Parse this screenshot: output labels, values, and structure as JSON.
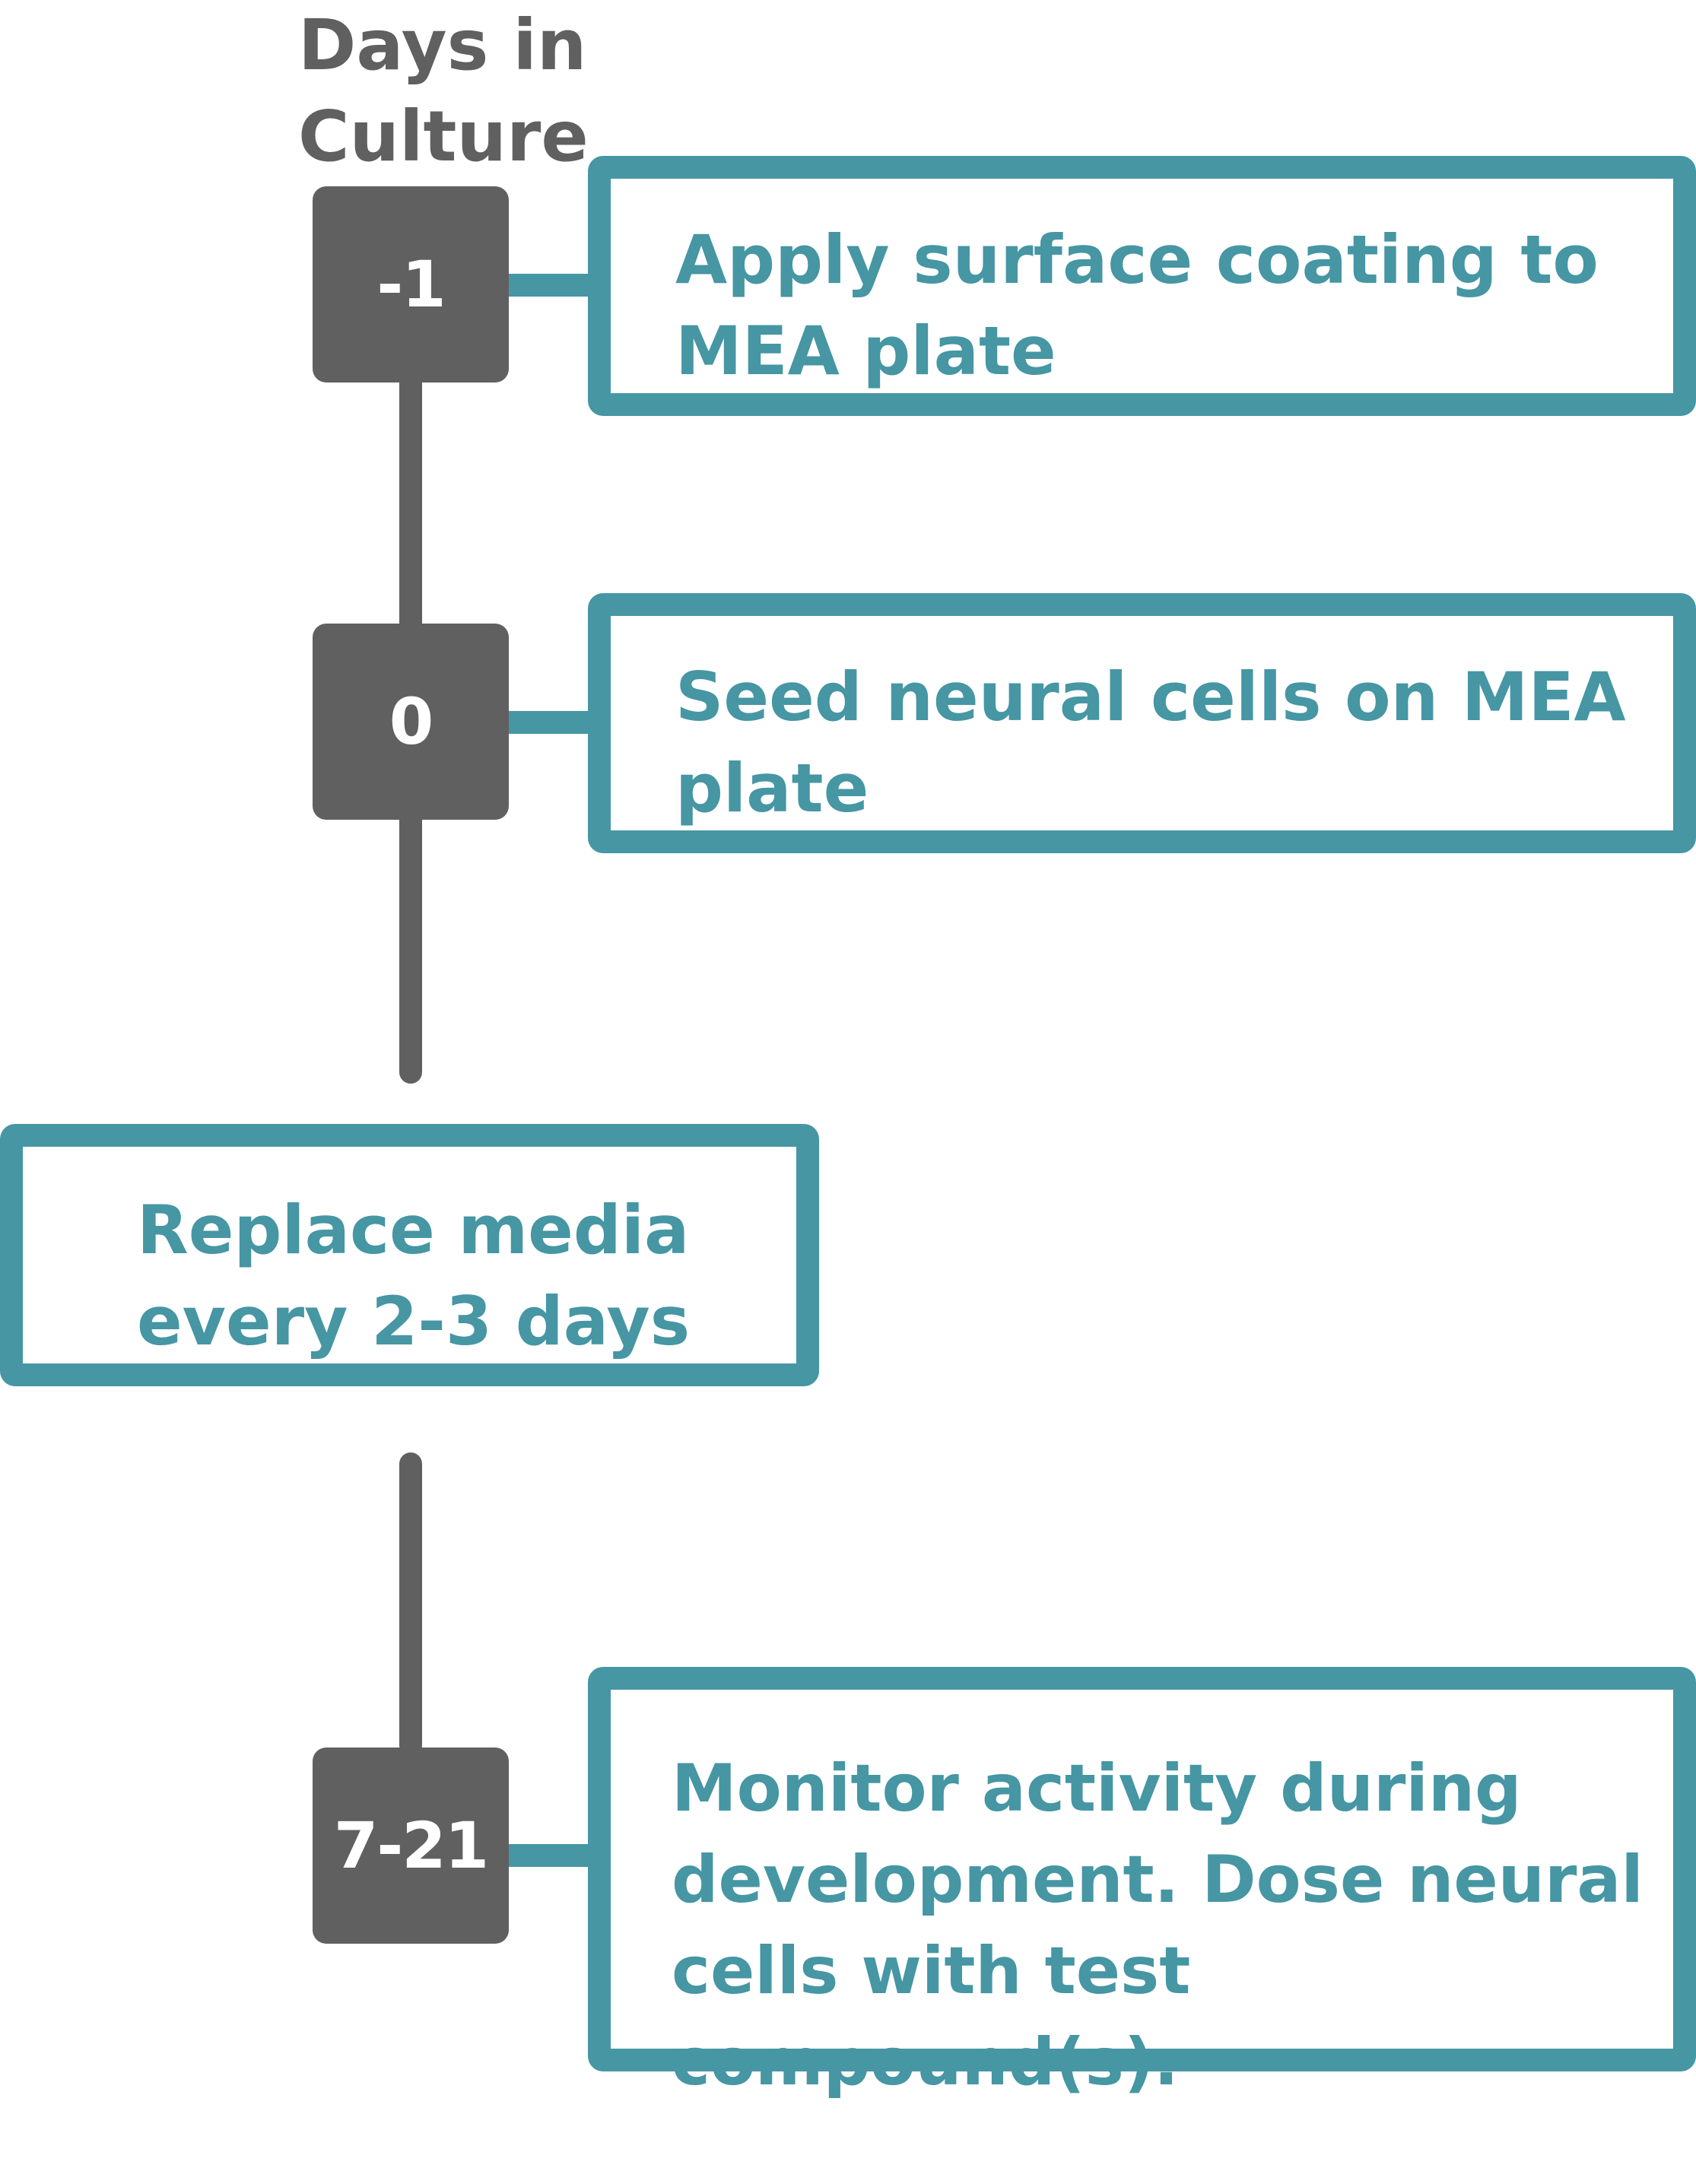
{
  "header": {
    "line1": "Days in",
    "line2": "Culture"
  },
  "steps": [
    {
      "day": "-1",
      "text": "Apply surface coating to MEA plate"
    },
    {
      "day": "0",
      "text": "Seed neural cells on MEA plate"
    },
    {
      "day": "",
      "text": "Replace media every 2-3 days"
    },
    {
      "day": "7-21",
      "text": "Monitor activity during development. Dose neural cells with test compound(s)."
    }
  ],
  "colors": {
    "gray": "#606060",
    "teal": "#4696a4"
  }
}
